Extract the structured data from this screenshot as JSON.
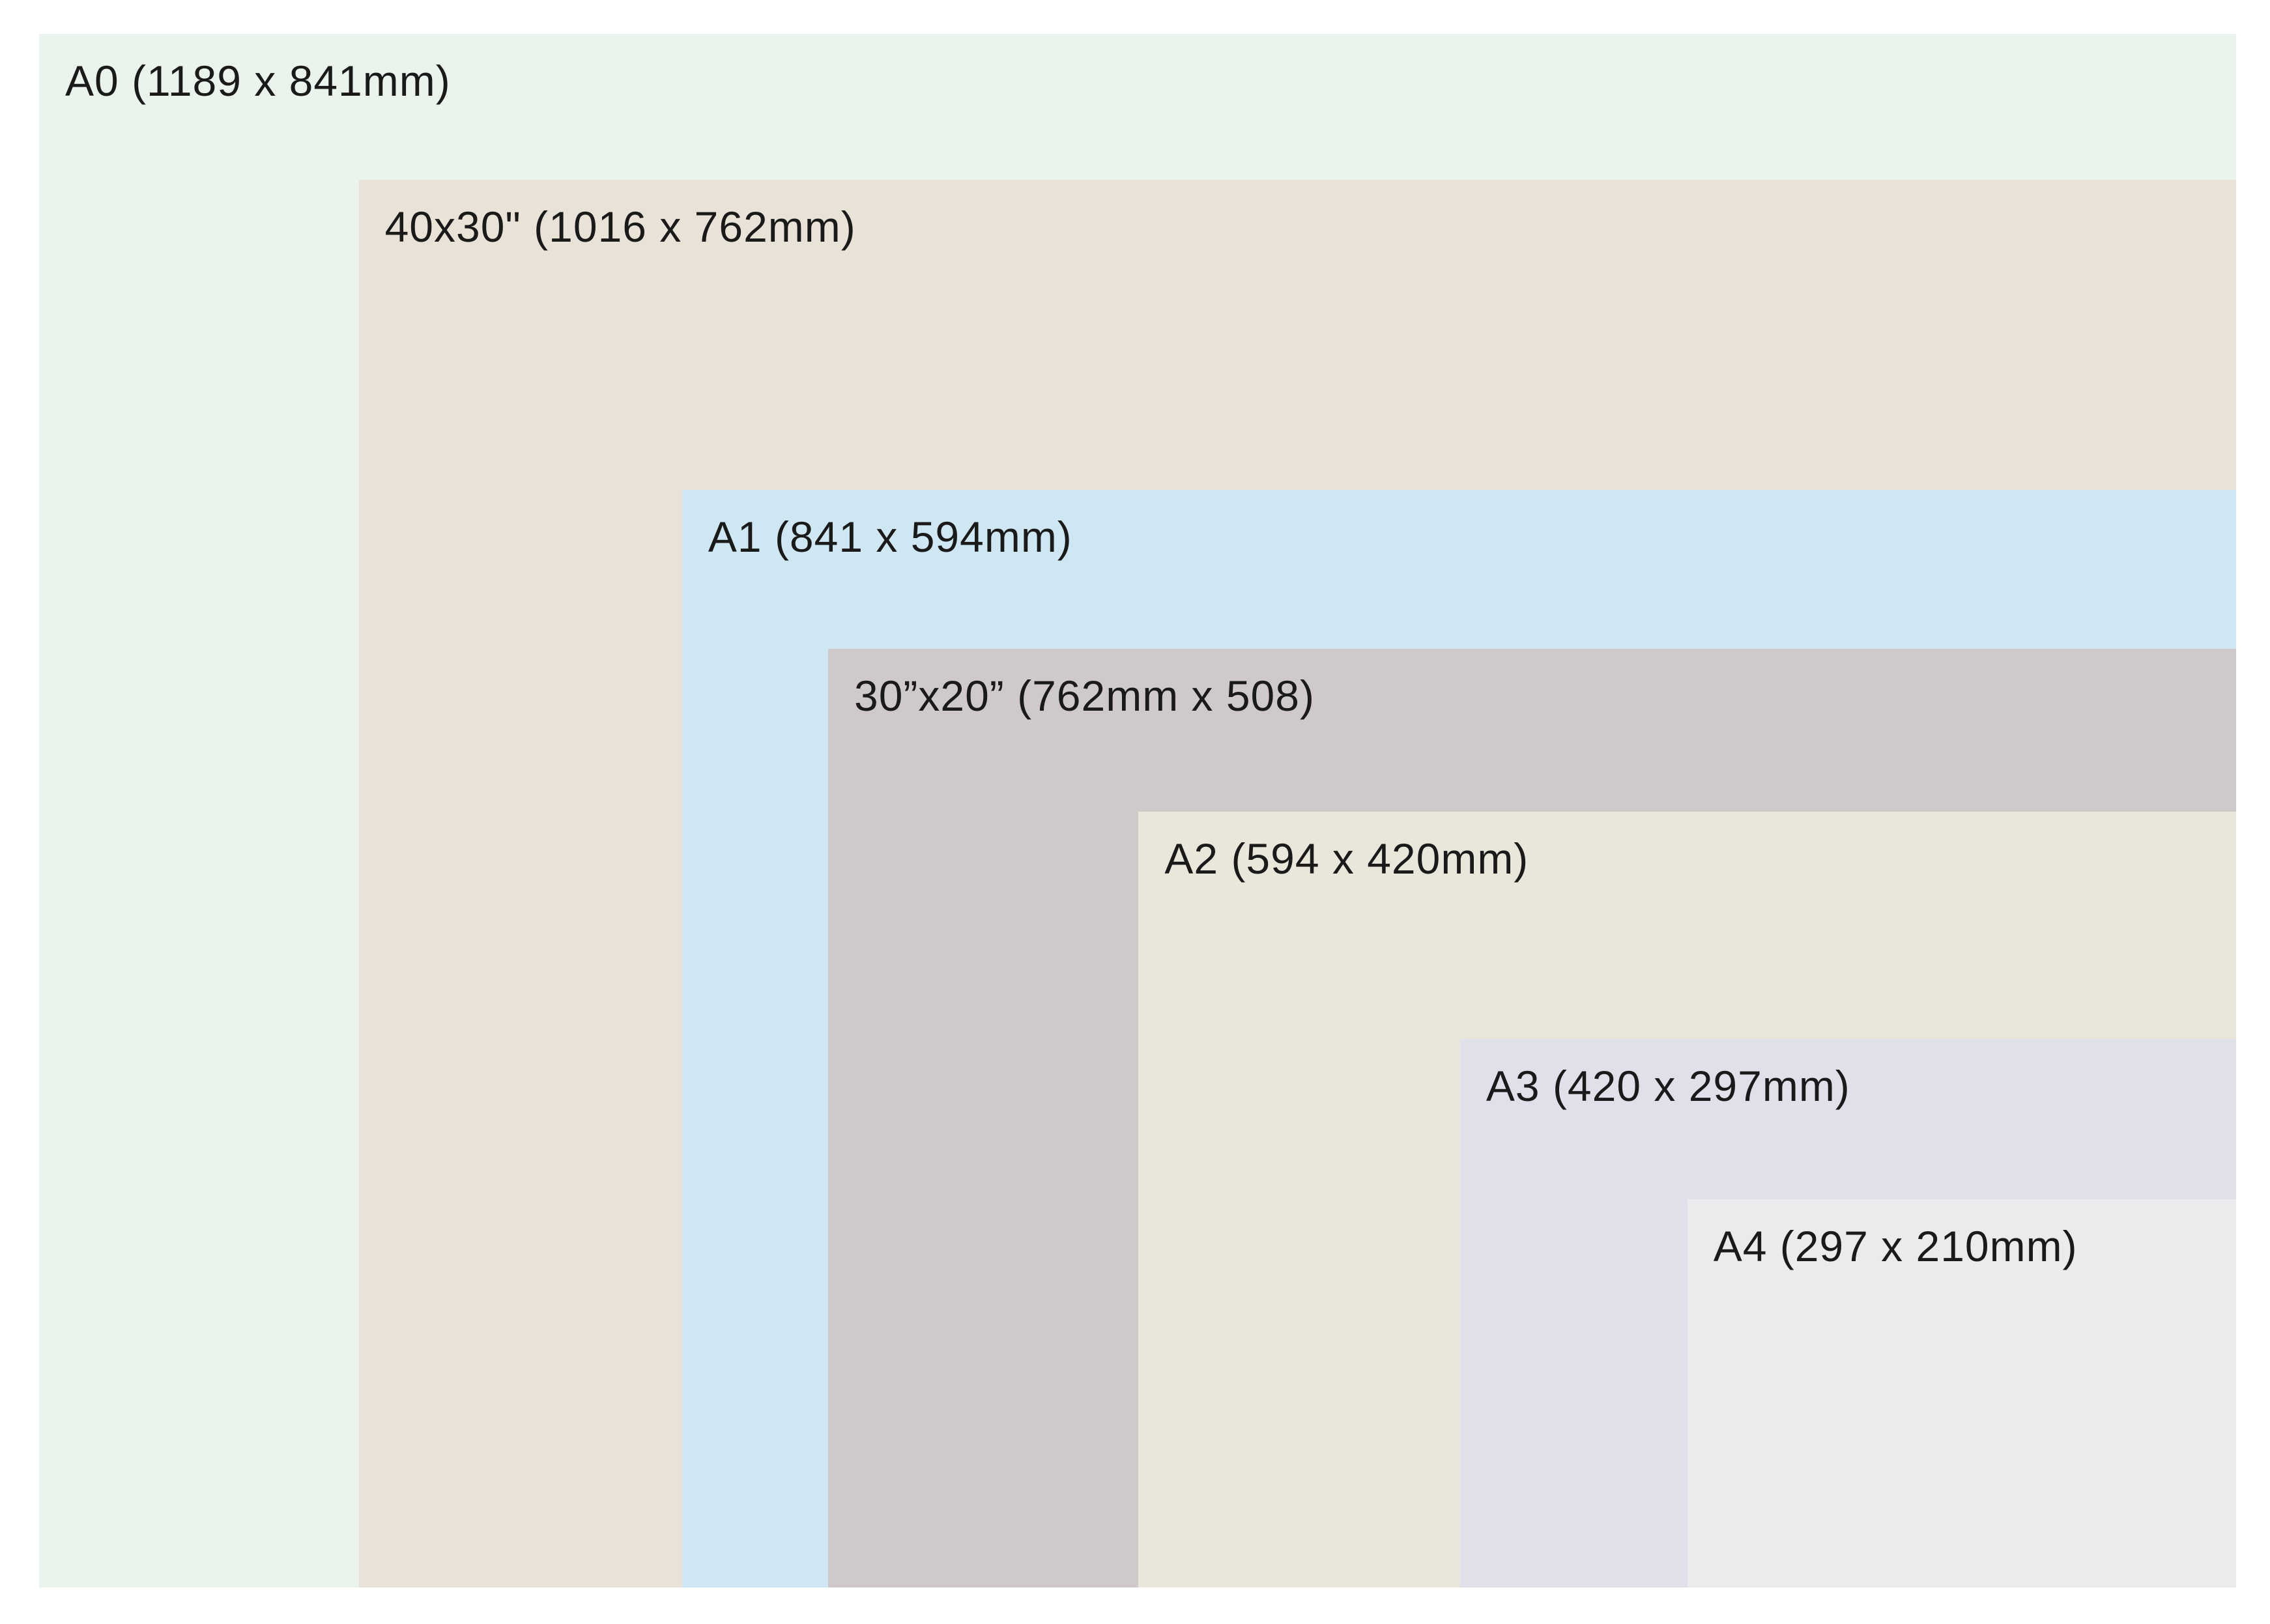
{
  "diagram": {
    "papers": [
      {
        "id": "a0",
        "label": "A0 (1189 x 841mm)",
        "width_mm": 1189,
        "height_mm": 841,
        "color": "#eaf4ec"
      },
      {
        "id": "40x30",
        "label": "40x30\" (1016 x 762mm)",
        "width_mm": 1016,
        "height_mm": 762,
        "color": "#e9e2d6"
      },
      {
        "id": "a1",
        "label": "A1 (841 x 594mm)",
        "width_mm": 841,
        "height_mm": 594,
        "color": "#cfe7f2"
      },
      {
        "id": "30x20",
        "label": "30”x20” (762mm x 508)",
        "width_mm": 762,
        "height_mm": 508,
        "color": "#d0c9ca"
      },
      {
        "id": "a2",
        "label": "A2 (594 x 420mm)",
        "width_mm": 594,
        "height_mm": 420,
        "color": "#e9e6da"
      },
      {
        "id": "a3",
        "label": "A3 (420 x 297mm)",
        "width_mm": 420,
        "height_mm": 297,
        "color": "#e0e0eb"
      },
      {
        "id": "a4",
        "label": "A4 (297 x 210mm)",
        "width_mm": 297,
        "height_mm": 210,
        "color": "#ebebed"
      }
    ]
  }
}
